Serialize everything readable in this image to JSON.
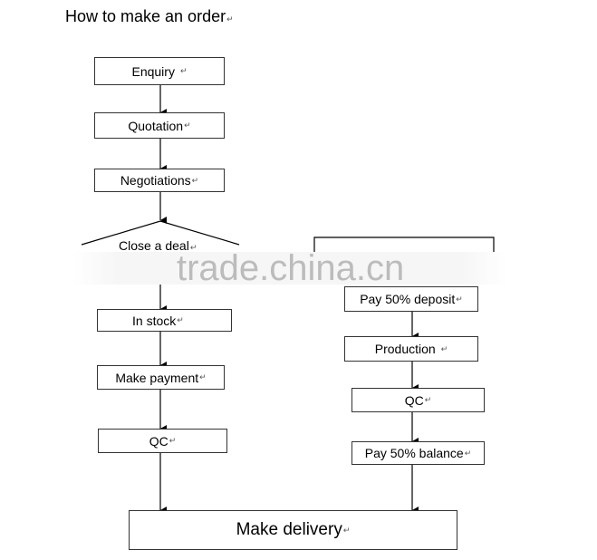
{
  "title": "How to make an order",
  "return_mark": "↵",
  "nodes": {
    "enquiry": "Enquiry",
    "quotation": "Quotation",
    "negotiations": "Negotiations",
    "close_deal": "Close a deal",
    "in_stock": "In stock",
    "make_payment": "Make payment",
    "qc_left": "QC",
    "pay_deposit": "Pay 50% deposit",
    "production": "Production",
    "qc_right": "QC",
    "pay_balance": "Pay 50% balance",
    "make_delivery": "Make delivery"
  },
  "watermark": "trade.china.cn"
}
